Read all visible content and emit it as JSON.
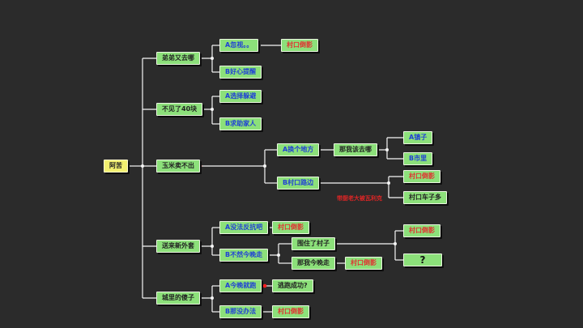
{
  "root": "阿苦",
  "branches": {
    "b1": "弟弟又去哪",
    "b2": "不见了40块",
    "b3": "玉米卖不出",
    "b4": "送来新外套",
    "b5": "城里的傻子"
  },
  "options": {
    "o11": "A忽视。。",
    "o12": "B好心提醒",
    "o21": "A选择躲避",
    "o22": "B求助家人",
    "o31": "A换个地方",
    "o32": "B村口路边",
    "o41": "A没法反抗吧",
    "o42": "B不然今晚走",
    "o51": "A今晚就跑",
    "o52": "B那没办法"
  },
  "outcomes": {
    "r11": "村口倒影",
    "r31a": "那我该去哪",
    "r31a1": "A镇子",
    "r31a2": "B市里",
    "r32a": "村口倒影",
    "r32b": "村口车子多",
    "r41": "村口倒影",
    "r42a": "围住了村子",
    "r42b": "那我今晚走",
    "r42b1": "村口倒影",
    "r42a1": "村口倒影",
    "r42a2": "?",
    "r51": "逃跑成功?",
    "r52": "村口倒影"
  },
  "annotation": "带厨老大被瓦利克",
  "colors": {
    "background": "#2b2b2b",
    "node_fill": "#8ce07a",
    "root_fill": "#f3f070",
    "option_text": "#1f3fd6",
    "ending_text": "#e23030",
    "connector": "#f5f5f5",
    "marker": "#ff2020"
  }
}
